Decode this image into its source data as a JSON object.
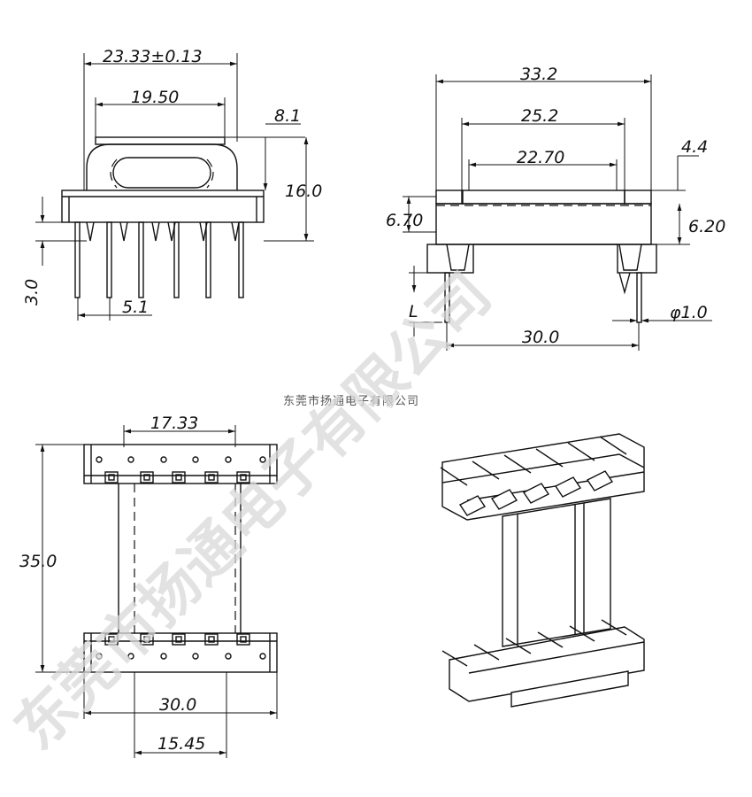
{
  "watermark": "东莞市扬通电子有限公司",
  "caption": "东莞市扬通电子有限公司",
  "front_view": {
    "overall_width": "23.33±0.13",
    "inner_width": "19.50",
    "top_offset": "8.1",
    "height": "16.0",
    "pin_length": "3.0",
    "pin_pitch": "5.1"
  },
  "side_view": {
    "overall_width": "33.2",
    "flange_width": "25.2",
    "core_width": "22.70",
    "top_dim": "4.4",
    "left_height": "6.70",
    "right_height": "6.20",
    "pin_label": "L",
    "pin_diameter": "φ1.0",
    "pin_span": "30.0"
  },
  "top_view": {
    "center_width": "17.33",
    "overall_length": "35.0",
    "overall_width": "30.0",
    "pin_row_offset": "15.45"
  }
}
